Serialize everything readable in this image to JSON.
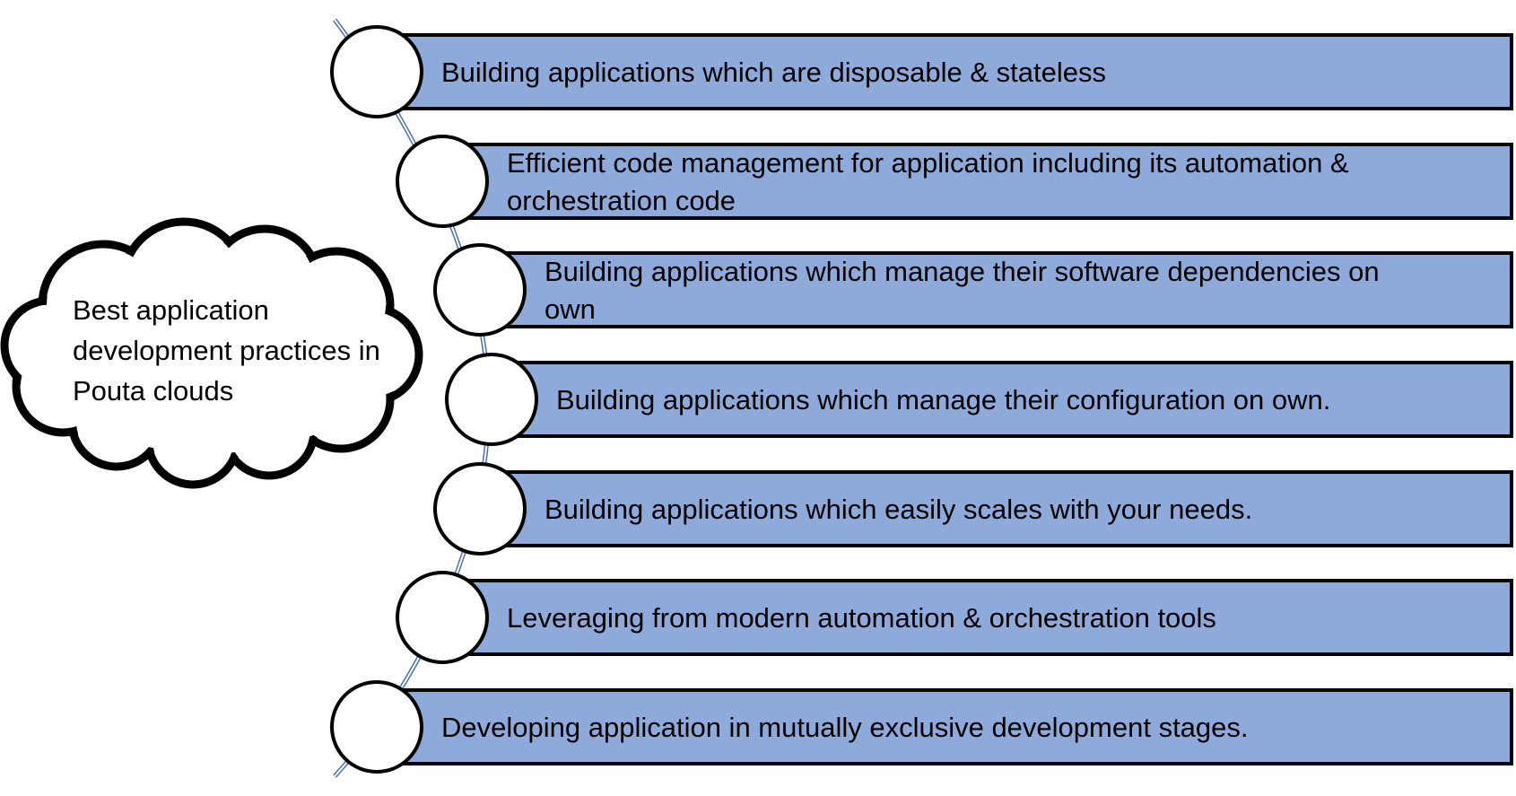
{
  "cloud": {
    "lines": [
      "Best application",
      "development practices in",
      "Pouta clouds"
    ]
  },
  "items": [
    {
      "lines": [
        "Building applications which are disposable & stateless"
      ]
    },
    {
      "lines": [
        "Efficient code management for application including its automation &",
        "orchestration code"
      ]
    },
    {
      "lines": [
        "Building applications which manage their software dependencies on",
        "own"
      ]
    },
    {
      "lines": [
        "Building applications which manage their configuration on own."
      ]
    },
    {
      "lines": [
        "Building applications which easily scales with your needs."
      ]
    },
    {
      "lines": [
        "Leveraging from modern automation & orchestration tools"
      ]
    },
    {
      "lines": [
        "Developing application in mutually exclusive development stages."
      ]
    }
  ],
  "colors": {
    "bar_fill": "#8eaadb",
    "bar_stroke": "#000000",
    "circle_fill": "#ffffff",
    "connector": "#4a6fb3"
  }
}
